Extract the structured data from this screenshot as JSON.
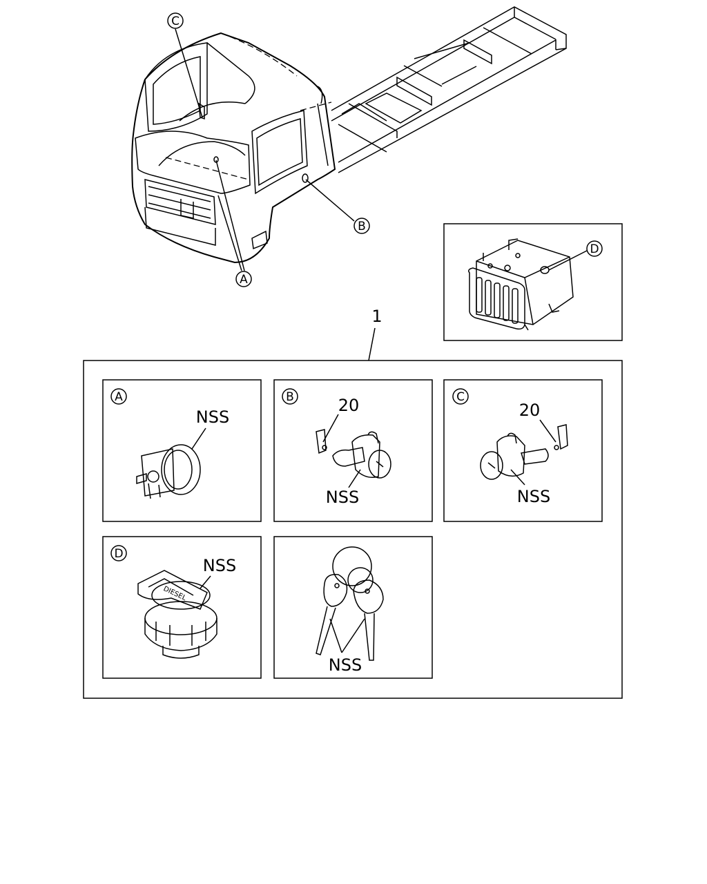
{
  "callouts": {
    "a": "A",
    "b": "B",
    "c": "C",
    "d": "D"
  },
  "assembly_ref": "1",
  "parts": {
    "nss": "NSS",
    "clip_ref": "20",
    "fuel_cap_text": "DIESEL"
  }
}
